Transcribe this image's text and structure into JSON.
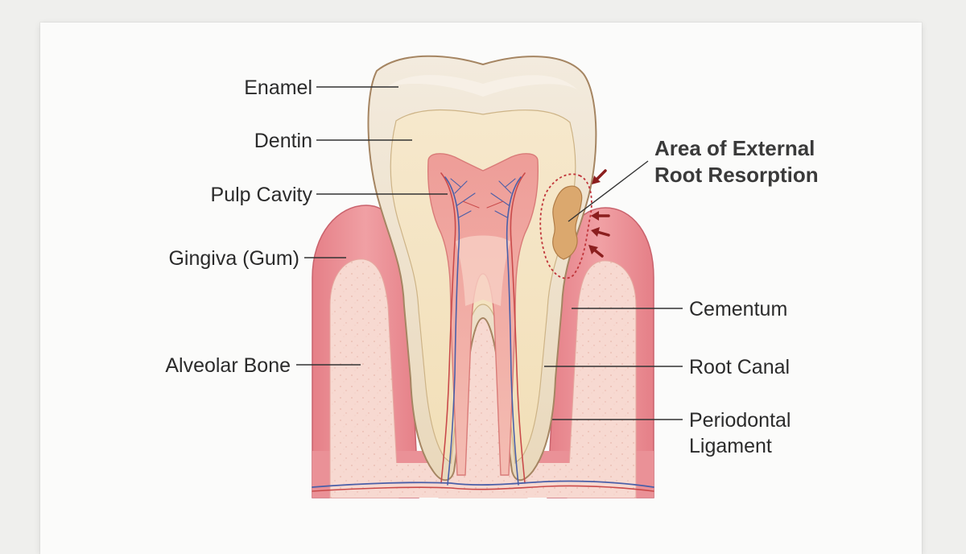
{
  "labels": {
    "enamel": "Enamel",
    "dentin": "Dentin",
    "pulp_cavity": "Pulp Cavity",
    "gingiva": "Gingiva (Gum)",
    "alveolar_bone": "Alveolar Bone",
    "resorption_line1": "Area of External",
    "resorption_line2": "Root Resorption",
    "cementum": "Cementum",
    "root_canal": "Root Canal",
    "periodontal_line1": "Periodontal",
    "periodontal_line2": "Ligament"
  },
  "colors": {
    "gingiva": "#e88c92",
    "bone": "#f6d6cf",
    "enamel": "#efe3d0",
    "dentin": "#f5e6c6",
    "pulp": "#f1a7a0",
    "nerve_blue": "#4a5fa8",
    "vessel_red": "#c94a4a",
    "resorption": "#d9a66a",
    "arrow": "#8b1e1e"
  }
}
